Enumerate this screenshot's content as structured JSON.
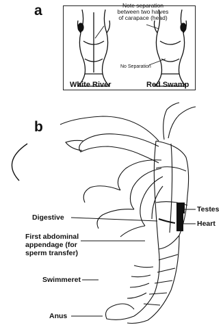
{
  "panel_a": {
    "letter": "a",
    "note": [
      "Note separation",
      "between two halves",
      "of carapace (head)"
    ],
    "no_separation": "No Separation",
    "left_label": "White River",
    "right_label": "Red Swamp"
  },
  "panel_b": {
    "letter": "b",
    "labels": {
      "testes": "Testes",
      "digestive": "Digestive",
      "heart": "Heart",
      "first_abdominal": [
        "First abdominal",
        "appendage (for",
        "sperm transfer)"
      ],
      "swimmeret": "Swimmeret",
      "anus": "Anus"
    }
  }
}
